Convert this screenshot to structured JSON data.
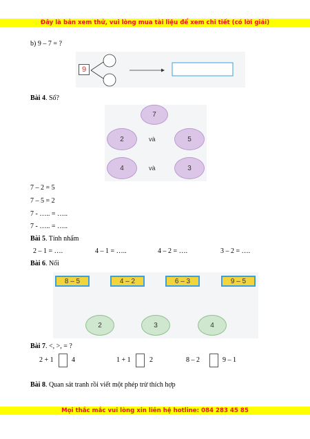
{
  "header": {
    "notice": "Đây là bản xem thử, vui lòng mua tài liệu để xem chi tiết (có lời giải)"
  },
  "part_b": {
    "question": "b) 9 – 7 = ?",
    "number": "9"
  },
  "bai4": {
    "title": "Bài 4",
    "label": ". Số?",
    "top": "7",
    "row1": {
      "left": "2",
      "mid": "và",
      "right": "5"
    },
    "row2": {
      "left": "4",
      "mid": "và",
      "right": "3"
    },
    "lines": [
      "7 – 2 = 5",
      "7 – 5 = 2",
      "7 - ….. = …..",
      "7 - ….. = ….."
    ]
  },
  "bai5": {
    "title": "Bài 5",
    "label": ". Tính nhẩm",
    "items": [
      "2 – 1 = ….",
      "4 – 1 = …..",
      "4 – 2 = ….",
      "3 – 2 = …."
    ]
  },
  "bai6": {
    "title": "Bài 6",
    "label": ". Nối",
    "cards": [
      "8 – 5",
      "4 – 2",
      "6 – 3",
      "9 – 5"
    ],
    "circles": [
      "2",
      "3",
      "4"
    ]
  },
  "bai7": {
    "title": "Bài 7",
    "label": ". <, >, = ?",
    "items": [
      {
        "left": "2 + 1",
        "right": "4"
      },
      {
        "left": "1 + 1",
        "right": "2"
      },
      {
        "left": "8 – 2",
        "right": "9 – 1"
      }
    ]
  },
  "bai8": {
    "title": "Bài 8",
    "label": ". Quan sát tranh rồi viết một phép trừ thích hợp"
  },
  "footer": {
    "hotline": "Mọi thắc mắc vui lòng xin liên hệ hotline: 084 283 45 85"
  }
}
